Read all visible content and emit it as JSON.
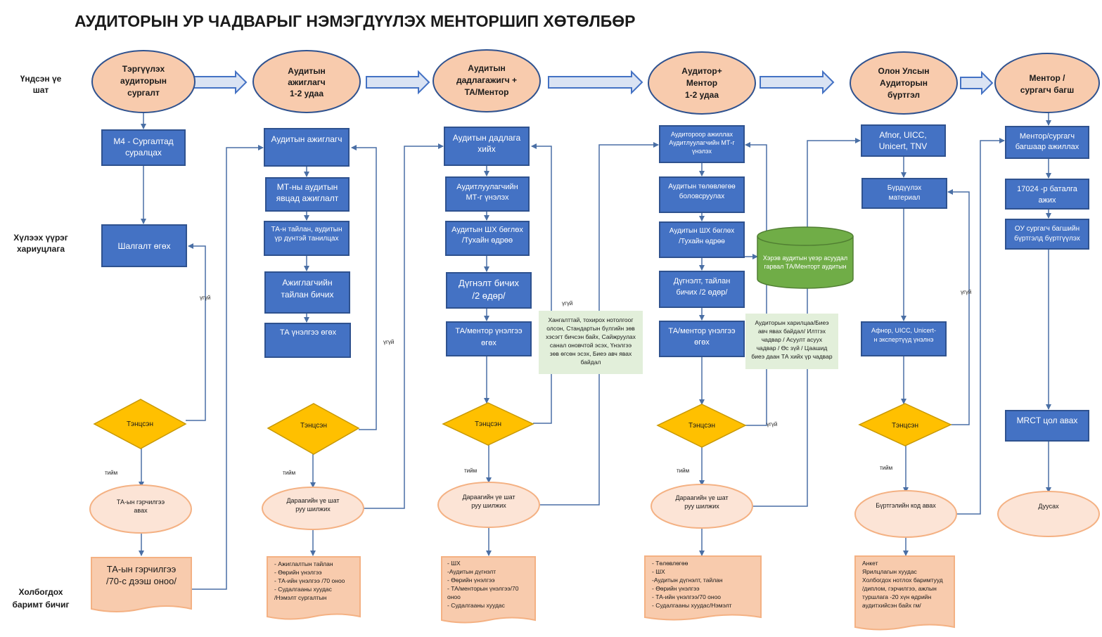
{
  "title": "АУДИТОРЫН УР ЧАДВАРЫГ НЭМЭГДҮҮЛЭХ МЕНТОРШИП ХӨТӨЛБӨР",
  "row_labels": {
    "stages": [
      "Үндсэн үе",
      "шат"
    ],
    "responsibility": [
      "Хүлээх үүрэг",
      "хариуцлага"
    ],
    "documents": [
      "Холбогдох",
      "баримт бичиг"
    ]
  },
  "colors": {
    "stage_fill": "#f8cbad",
    "process_fill": "#4472c4",
    "process_stroke": "#2f528f",
    "decision_fill": "#ffc000",
    "terminal_fill": "#fce4d6",
    "cylinder_fill": "#70ad47",
    "note_fill": "#e2efda",
    "arrow": "#4a6fa5"
  },
  "stages": [
    [
      "Тэргүүлэх",
      "аудиторын",
      "сургалт"
    ],
    [
      "Аудитын",
      "ажиглагч",
      "1-2 удаа"
    ],
    [
      "Аудитын",
      "дадлагажигч +",
      "ТА/Ментор"
    ],
    [
      "Аудитор+",
      "Ментор",
      "1-2 удаа"
    ],
    [
      "Олон Улсын",
      "Аудиторын",
      "бүртгэл"
    ],
    [
      "Ментор /",
      "сургагч багш"
    ]
  ],
  "columns": [
    {
      "steps": [
        [
          "М4 - Сургалтад",
          "суралцах"
        ],
        [
          "Шалгалт өгөх"
        ]
      ],
      "decision": "Тэнцсэн",
      "yes": "тийм",
      "no": "үгүй",
      "result": [
        "ТА-ын гэрчилгээ",
        "авах"
      ],
      "document": [
        "ТА-ын гэрчилгээ",
        "/70-с дээш оноо/"
      ]
    },
    {
      "steps": [
        [
          "Аудитын ажиглагч"
        ],
        [
          "МТ-ны аудитын",
          "явцад ажиглалт"
        ],
        [
          "ТА-н тайлан, аудитын",
          "үр дүнтэй танилцах"
        ],
        [
          "Ажиглагчийн",
          "тайлан бичих"
        ],
        [
          "ТА үнэлгээ өгөх"
        ]
      ],
      "decision": "Тэнцсэн",
      "yes": "тийм",
      "no": "үгүй",
      "result": [
        "Дараагийн үе шат",
        "руу шилжих"
      ],
      "document": [
        "- Ажиглалтын тайлан",
        "- Өөрийн үнэлгээ",
        "- ТА-ийн үнэлгээ /70 оноо",
        "- Судалгааны хуудас",
        "/Нэмэлт сургалтын"
      ]
    },
    {
      "steps": [
        [
          "Аудитын дадлага",
          "хийх"
        ],
        [
          "Аудитлуулагчийн",
          "МТ-г үнэлэх"
        ],
        [
          "Аудитын ШХ бөглөх",
          "/Тухайн өдрөө"
        ],
        [
          "Дүгнэлт бичих",
          "/2 өдөр/"
        ],
        [
          "ТА/ментор үнэлгээ",
          "өгөх"
        ]
      ],
      "decision": "Тэнцсэн",
      "yes": "тийм",
      "no": "үгүй",
      "note": [
        "Хангалттай, тохирох нотолгоог",
        "олсон, Стандартын бүлгийн зөв",
        "хэсэгт бичсэн байх, Сайжруулах",
        "санал оновчтой эсэх, Үнэлгээ",
        "зөв өгсөн эсэх, Биеэ авч явах",
        "байдал"
      ],
      "result": [
        "Дараагийн үе шат",
        "руу шилжих"
      ],
      "document": [
        "- ШХ",
        "-Аудитын дүгнэлт",
        "- Өөрийн үнэлгээ",
        "- ТА/менторын үнэлгээ/70",
        "оноо",
        "- Судалгааны хуудас"
      ]
    },
    {
      "steps": [
        [
          "Аудитороор ажиллах",
          "Аудитлуулагчийн МТ-г",
          "үнэлэх"
        ],
        [
          "Аудитын төлөвлөгөө",
          "боловсруулах"
        ],
        [
          "Аудитын ШХ бөглөх",
          "/Тухайн өдрөө"
        ],
        [
          "Дүгнэлт, тайлан",
          "бичих /2 өдөр/"
        ],
        [
          "ТА/ментор үнэлгээ",
          "өгөх"
        ]
      ],
      "decision": "Тэнцсэн",
      "yes": "тийм",
      "no": "үгүй",
      "cylinder": [
        "Хэрэв аудитын үеэр асуудал",
        "гарвал ТА/Менторт аудитын"
      ],
      "note": [
        "Аудиторын харилцаа/Биеэ",
        "авч явах байдал/ Илтгэх",
        "чадвар / Асуулт асуух",
        "чадвар / Өс зүй / Цаашид",
        "биеэ даан ТА хийх үр чадвар"
      ],
      "result": [
        "Дараагийн үе шат",
        "руу шилжих"
      ],
      "document": [
        "- Төлөвлөгөө",
        "- ШХ",
        "-Аудитын дүгнэлт, тайлан",
        "- Өөрийн үнэлгээ",
        "- ТА-ийн үнэлгээ/70 оноо",
        "- Судалгааны хуудас/Нэмэлт"
      ]
    },
    {
      "steps": [
        [
          "Afnor, UICC,",
          "Unicert, TNV"
        ],
        [
          "Бүрдүүлэх",
          "материал"
        ],
        [
          "Афнор, UICC, Unicert-",
          "н экспертүүд үнэлнэ"
        ]
      ],
      "decision": "Тэнцсэн",
      "yes": "тийм",
      "no": "үгүй",
      "result": [
        "Бүртгэлийн код авах"
      ],
      "document": [
        "Анкет",
        "Ярилцлагын хуудас",
        "Холбогдох нотлох баримтууд",
        "/диплом, гэрчилгээ, ажлын",
        "туршлага -20 хүн өдрийн",
        "аудитхийсэн байх гм/"
      ]
    },
    {
      "steps": [
        [
          "Ментор/сургагч",
          "багшаар ажиллах"
        ],
        [
          "17024 -р баталга",
          "ажих"
        ],
        [
          "ОУ сургагч  багшийн",
          "бүртгэлд бүртгүүлэх"
        ],
        [
          "MRCT цол авах"
        ]
      ],
      "result": [
        "Дуусах"
      ]
    }
  ]
}
